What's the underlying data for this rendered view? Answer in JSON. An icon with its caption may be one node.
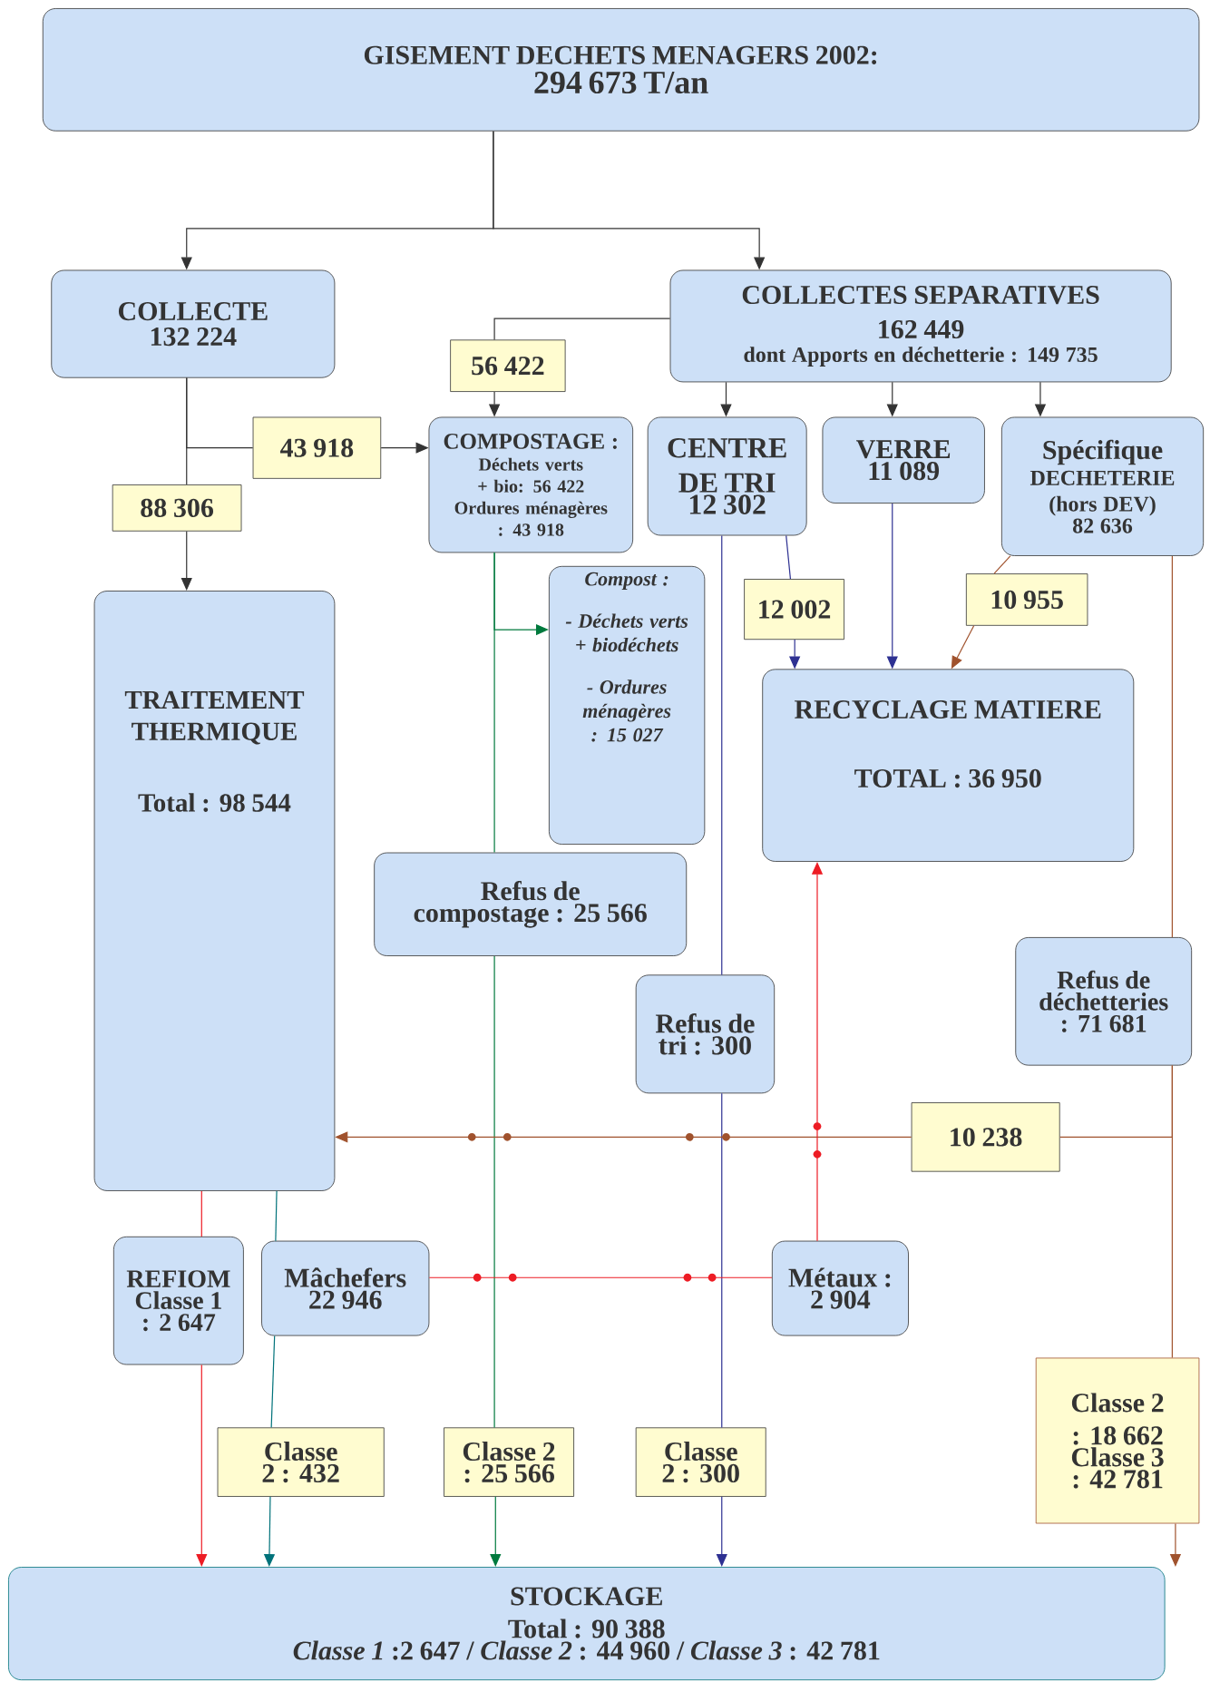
{
  "diagram": {
    "nodes": [
      {
        "text": [
          "GISEMENT DECHETS MENAGERS 2002:",
          "294 673 T/an"
        ]
      },
      {
        "text": [
          "COLLECTE",
          "132 224"
        ]
      },
      {
        "text": [
          "COLLECTES SEPARATIVES",
          "162 449",
          "dont Apports en déchetterie : 149 735"
        ]
      },
      {
        "text": [
          "56 422"
        ]
      },
      {
        "text": [
          "43 918"
        ]
      },
      {
        "text": [
          "88 306"
        ]
      },
      {
        "text": [
          "COMPOSTAGE :",
          "Déchets verts + bio: 56 422",
          "Ordures ménagères : 43 918"
        ]
      },
      {
        "text": [
          "CENTRE DE TRI",
          "12 302"
        ]
      },
      {
        "text": [
          "VERRE",
          "11 089"
        ]
      },
      {
        "text": [
          "Spécifique",
          "DECHETERIE (hors DEV)",
          "82 636"
        ]
      },
      {
        "text": [
          "TRAITEMENT THERMIQUE",
          "Total : 98 544"
        ]
      },
      {
        "text": [
          "Compost :",
          "- Déchets verts + biodéchets",
          "- Ordures ménagères : 15 027"
        ]
      },
      {
        "text": [
          "12 002"
        ]
      },
      {
        "text": [
          "10 955"
        ]
      },
      {
        "text": [
          "RECYCLAGE MATIERE",
          "TOTAL : 36 950"
        ]
      },
      {
        "text": [
          "Refus de compostage : 25 566"
        ]
      },
      {
        "text": [
          "Refus de tri : 300"
        ]
      },
      {
        "text": [
          "Refus de déchetteries : 71 681"
        ]
      },
      {
        "text": [
          "10 238"
        ]
      },
      {
        "text": [
          "REFIOM",
          "Classe 1 : 2 647"
        ]
      },
      {
        "text": [
          "Mâchefers",
          "22 946"
        ]
      },
      {
        "text": [
          "Métaux :",
          "2 904"
        ]
      },
      {
        "text": [
          "Classe 2 : 432"
        ]
      },
      {
        "text": [
          "Classe 2 : 25 566"
        ]
      },
      {
        "text": [
          "Classe 2 : 300"
        ]
      },
      {
        "text": [
          "Classe 2 : 18 662",
          "Classe 3 : 42 781"
        ]
      },
      {
        "text": [
          "STOCKAGE",
          "Total : 90 388",
          "*Classe 1* :2 647 / *Classe 2* : 44 960 / *Classe 3* : 42 781"
        ]
      }
    ],
    "edges": [
      {
        "from": 0,
        "to": 1,
        "arrow": "to"
      },
      {
        "from": 0,
        "to": 2,
        "arrow": "to"
      },
      {
        "from": 1,
        "to": 5,
        "arrow": "none"
      },
      {
        "from": 1,
        "to": 4,
        "arrow": "none"
      },
      {
        "from": 4,
        "to": 6,
        "arrow": "to"
      },
      {
        "from": 5,
        "to": 10,
        "arrow": "to"
      },
      {
        "from": 2,
        "to": 3,
        "arrow": "none"
      },
      {
        "from": 3,
        "to": 6,
        "arrow": "to"
      },
      {
        "from": 2,
        "to": 7,
        "arrow": "to"
      },
      {
        "from": 2,
        "to": 8,
        "arrow": "to"
      },
      {
        "from": 2,
        "to": 9,
        "arrow": "to"
      },
      {
        "from": 6,
        "to": 11,
        "arrow": "to",
        "color": "#007a3d"
      },
      {
        "from": 6,
        "to": 15,
        "arrow": "none",
        "color": "#007a3d"
      },
      {
        "from": 7,
        "to": 12,
        "arrow": "none",
        "color": "#2e3192"
      },
      {
        "from": 12,
        "to": 14,
        "arrow": "to",
        "color": "#2e3192"
      },
      {
        "from": 8,
        "to": 14,
        "arrow": "to",
        "color": "#2e3192"
      },
      {
        "from": 9,
        "to": 13,
        "arrow": "none",
        "color": "#a0522d"
      },
      {
        "from": 13,
        "to": 14,
        "arrow": "to",
        "color": "#a0522d"
      },
      {
        "from": 7,
        "to": 16,
        "arrow": "none",
        "color": "#2e3192"
      },
      {
        "from": 9,
        "to": 17,
        "arrow": "none",
        "color": "#a0522d"
      },
      {
        "from": 15,
        "to": 23,
        "arrow": "none",
        "color": "#007a3d"
      },
      {
        "from": 16,
        "to": 24,
        "arrow": "none",
        "color": "#2e3192"
      },
      {
        "from": 17,
        "to": 25,
        "arrow": "none",
        "color": "#a0522d"
      },
      {
        "from": 17,
        "to": 18,
        "arrow": "none",
        "color": "#a0522d"
      },
      {
        "from": 18,
        "to": 10,
        "arrow": "to",
        "color": "#a0522d"
      },
      {
        "from": 21,
        "to": 14,
        "arrow": "to",
        "color": "#ed1c24"
      },
      {
        "from": 20,
        "to": 21,
        "arrow": "none",
        "color": "#ed1c24"
      },
      {
        "from": 10,
        "to": 19,
        "arrow": "none",
        "color": "#ed1c24"
      },
      {
        "from": 10,
        "to": 20,
        "arrow": "none",
        "color": "#00727a"
      },
      {
        "from": 19,
        "to": 26,
        "arrow": "to",
        "color": "#ed1c24"
      },
      {
        "from": 20,
        "to": 22,
        "arrow": "none",
        "color": "#00727a"
      },
      {
        "from": 22,
        "to": 26,
        "arrow": "to",
        "color": "#00727a"
      },
      {
        "from": 23,
        "to": 26,
        "arrow": "to",
        "color": "#007a3d"
      },
      {
        "from": 24,
        "to": 26,
        "arrow": "to",
        "color": "#2e3192"
      },
      {
        "from": 25,
        "to": 26,
        "arrow": "to",
        "color": "#a0522d"
      }
    ]
  }
}
